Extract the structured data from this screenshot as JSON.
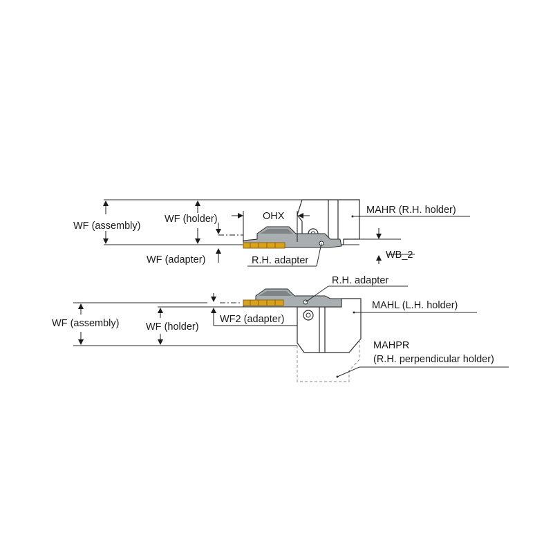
{
  "colors": {
    "line": "#2a2a2a",
    "holder_fill": "#ffffff",
    "adapter_fill": "#a9aeb0",
    "adapter_dark": "#7f8587",
    "insert_fill": "#d9a21a",
    "insert_dark": "#8a6410",
    "dashed": "#8a8a8a"
  },
  "top_view": {
    "labels": {
      "wf_assembly": "WF (assembly)",
      "wf_holder": "WF (holder)",
      "ohx": "OHX",
      "mahr": "MAHR (R.H. holder)",
      "wf_adapter": "WF (adapter)",
      "rh_adapter": "R.H. adapter",
      "wb2": "WB_2"
    }
  },
  "bottom_view": {
    "labels": {
      "rh_adapter": "R.H. adapter",
      "mahl": "MAHL (L.H. holder)",
      "wf_assembly": "WF (assembly)",
      "wf_holder": "WF (holder)",
      "wf2_adapter": "WF2 (adapter)",
      "mahpr": "MAHPR",
      "mahpr_sub": "(R.H. perpendicular holder)"
    }
  }
}
